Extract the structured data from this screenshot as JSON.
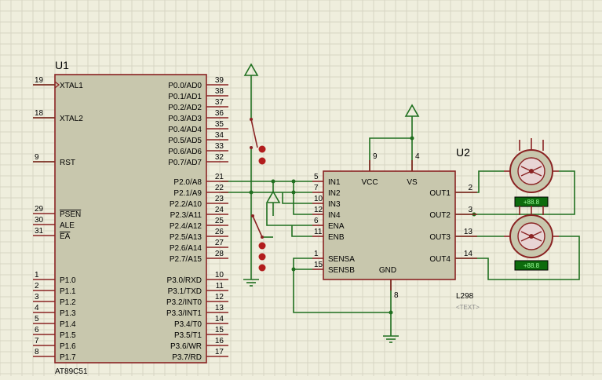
{
  "u1": {
    "ref": "U1",
    "part": "AT89C51",
    "left_pins": [
      {
        "num": "19",
        "name": "XTAL1"
      },
      {
        "num": "18",
        "name": "XTAL2"
      },
      {
        "num": "9",
        "name": "RST"
      },
      {
        "num": "29",
        "name": "PSEN"
      },
      {
        "num": "30",
        "name": "ALE"
      },
      {
        "num": "31",
        "name": "EA"
      },
      {
        "num": "1",
        "name": "P1.0"
      },
      {
        "num": "2",
        "name": "P1.1"
      },
      {
        "num": "3",
        "name": "P1.2"
      },
      {
        "num": "4",
        "name": "P1.3"
      },
      {
        "num": "5",
        "name": "P1.4"
      },
      {
        "num": "6",
        "name": "P1.5"
      },
      {
        "num": "7",
        "name": "P1.6"
      },
      {
        "num": "8",
        "name": "P1.7"
      }
    ],
    "right_pins": [
      {
        "num": "39",
        "name": "P0.0/AD0"
      },
      {
        "num": "38",
        "name": "P0.1/AD1"
      },
      {
        "num": "37",
        "name": "P0.2/AD2"
      },
      {
        "num": "36",
        "name": "P0.3/AD3"
      },
      {
        "num": "35",
        "name": "P0.4/AD4"
      },
      {
        "num": "34",
        "name": "P0.5/AD5"
      },
      {
        "num": "33",
        "name": "P0.6/AD6"
      },
      {
        "num": "32",
        "name": "P0.7/AD7"
      },
      {
        "num": "21",
        "name": "P2.0/A8"
      },
      {
        "num": "22",
        "name": "P2.1/A9"
      },
      {
        "num": "23",
        "name": "P2.2/A10"
      },
      {
        "num": "24",
        "name": "P2.3/A11"
      },
      {
        "num": "25",
        "name": "P2.4/A12"
      },
      {
        "num": "26",
        "name": "P2.5/A13"
      },
      {
        "num": "27",
        "name": "P2.6/A14"
      },
      {
        "num": "28",
        "name": "P2.7/A15"
      },
      {
        "num": "10",
        "name": "P3.0/RXD"
      },
      {
        "num": "11",
        "name": "P3.1/TXD"
      },
      {
        "num": "12",
        "name": "P3.2/INT0"
      },
      {
        "num": "13",
        "name": "P3.3/INT1"
      },
      {
        "num": "14",
        "name": "P3.4/T0"
      },
      {
        "num": "15",
        "name": "P3.5/T1"
      },
      {
        "num": "16",
        "name": "P3.6/WR"
      },
      {
        "num": "17",
        "name": "P3.7/RD"
      }
    ]
  },
  "u2": {
    "ref": "U2",
    "part": "L298",
    "text_placeholder": "<TEXT>",
    "left_pins": [
      {
        "num": "5",
        "name": "IN1"
      },
      {
        "num": "7",
        "name": "IN2"
      },
      {
        "num": "10",
        "name": "IN3"
      },
      {
        "num": "12",
        "name": "IN4"
      },
      {
        "num": "6",
        "name": "ENA"
      },
      {
        "num": "11",
        "name": "ENB"
      },
      {
        "num": "1",
        "name": "SENSA"
      },
      {
        "num": "15",
        "name": "SENSB"
      }
    ],
    "right_pins": [
      {
        "num": "2",
        "name": "OUT1"
      },
      {
        "num": "3",
        "name": "OUT2"
      },
      {
        "num": "13",
        "name": "OUT3"
      },
      {
        "num": "14",
        "name": "OUT4"
      }
    ],
    "top_pins": [
      {
        "num": "9",
        "name": "VCC"
      },
      {
        "num": "4",
        "name": "VS"
      }
    ],
    "bottom_pins": [
      {
        "num": "8",
        "name": "GND"
      }
    ]
  },
  "motors": [
    {
      "readout": "+88.8"
    },
    {
      "readout": "+88.8"
    }
  ],
  "colors": {
    "grid": "#d7d5c3",
    "background": "#efeedd",
    "chip_fill": "#c8c7ad",
    "chip_border": "#8a2323",
    "wire": "#1f6f1f",
    "motor_display": "#0d6b0d"
  }
}
